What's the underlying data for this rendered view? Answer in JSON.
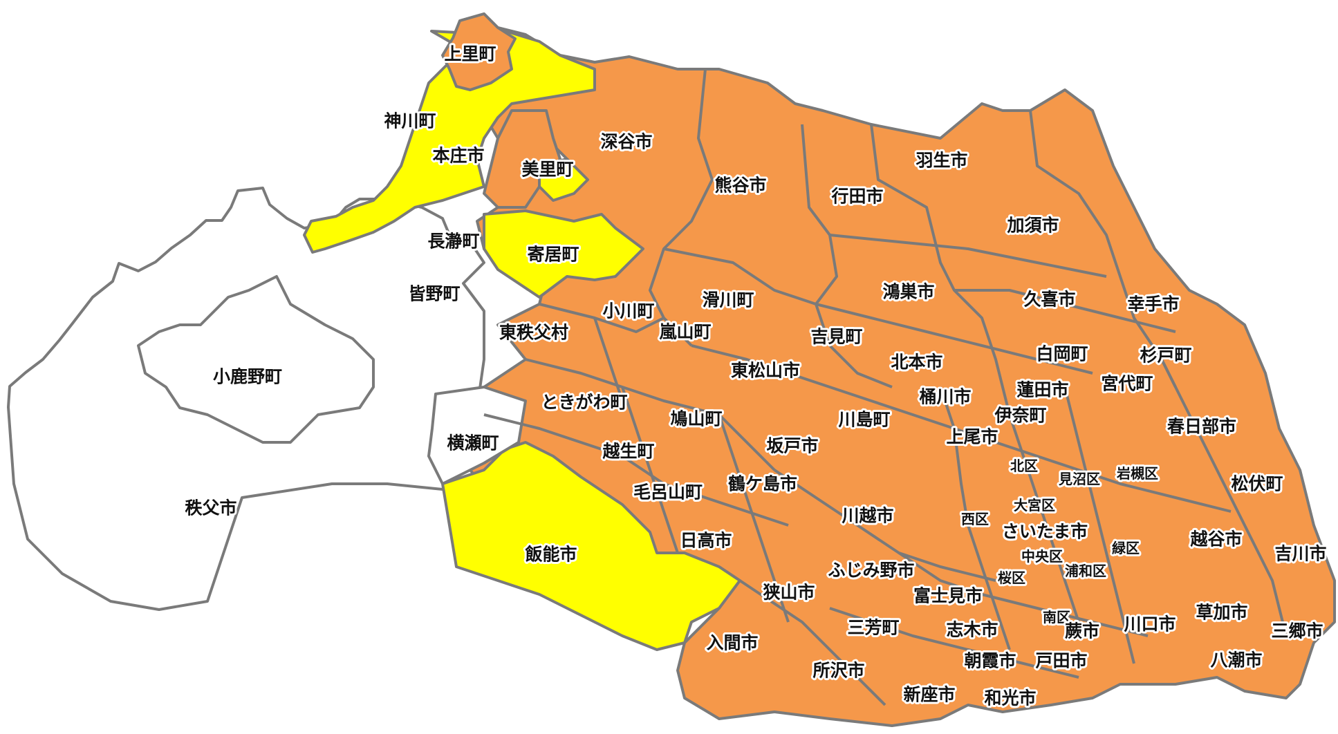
{
  "colors": {
    "none": "#ffffff",
    "yellow": "#ffff00",
    "orange": "#f5984a",
    "border": "#7a7a7a"
  },
  "labels": [
    {
      "key": "kamisato",
      "text": "上里町"
    },
    {
      "key": "kamikawa",
      "text": "神川町"
    },
    {
      "key": "honjo",
      "text": "本庄市"
    },
    {
      "key": "misato",
      "text": "美里町"
    },
    {
      "key": "fukaya",
      "text": "深谷市"
    },
    {
      "key": "kumagaya",
      "text": "熊谷市"
    },
    {
      "key": "gyoda",
      "text": "行田市"
    },
    {
      "key": "hanyu",
      "text": "羽生市"
    },
    {
      "key": "kazo",
      "text": "加須市"
    },
    {
      "key": "nagatoro",
      "text": "長瀞町"
    },
    {
      "key": "yorii",
      "text": "寄居町"
    },
    {
      "key": "minano",
      "text": "皆野町"
    },
    {
      "key": "ogawa",
      "text": "小川町"
    },
    {
      "key": "namegawa",
      "text": "滑川町"
    },
    {
      "key": "konosu",
      "text": "鴻巣市"
    },
    {
      "key": "kuki",
      "text": "久喜市"
    },
    {
      "key": "satte",
      "text": "幸手市"
    },
    {
      "key": "higashichichibu",
      "text": "東秩父村"
    },
    {
      "key": "ranzan",
      "text": "嵐山町"
    },
    {
      "key": "yoshimi",
      "text": "吉見町"
    },
    {
      "key": "shiraoka",
      "text": "白岡町"
    },
    {
      "key": "sugito",
      "text": "杉戸町"
    },
    {
      "key": "ogano",
      "text": "小鹿野町"
    },
    {
      "key": "higashimatsuyama",
      "text": "東松山市"
    },
    {
      "key": "kitamoto",
      "text": "北本市"
    },
    {
      "key": "miyashiro",
      "text": "宮代町"
    },
    {
      "key": "okegawa",
      "text": "桶川市"
    },
    {
      "key": "hasuda",
      "text": "蓮田市"
    },
    {
      "key": "tokigawa",
      "text": "ときがわ町"
    },
    {
      "key": "hatoyama",
      "text": "鳩山町"
    },
    {
      "key": "kawajima",
      "text": "川島町"
    },
    {
      "key": "ina",
      "text": "伊奈町"
    },
    {
      "key": "kasukabe",
      "text": "春日部市"
    },
    {
      "key": "ageo",
      "text": "上尾市"
    },
    {
      "key": "yokoze",
      "text": "横瀬町"
    },
    {
      "key": "ogose",
      "text": "越生町"
    },
    {
      "key": "sakado",
      "text": "坂戸市"
    },
    {
      "key": "kita_ku",
      "text": "北区"
    },
    {
      "key": "minuma_ku",
      "text": "見沼区"
    },
    {
      "key": "iwatsuki_ku",
      "text": "岩槻区"
    },
    {
      "key": "tsurugashima",
      "text": "鶴ケ島市"
    },
    {
      "key": "matsubushi",
      "text": "松伏町"
    },
    {
      "key": "moroyama",
      "text": "毛呂山町"
    },
    {
      "key": "omiya_ku",
      "text": "大宮区"
    },
    {
      "key": "chichibu",
      "text": "秩父市"
    },
    {
      "key": "kawagoe",
      "text": "川越市"
    },
    {
      "key": "nishi_ku",
      "text": "西区"
    },
    {
      "key": "saitama",
      "text": "さいたま市"
    },
    {
      "key": "koshigaya",
      "text": "越谷市"
    },
    {
      "key": "hidaka",
      "text": "日高市"
    },
    {
      "key": "midori_ku",
      "text": "緑区"
    },
    {
      "key": "chuo_ku",
      "text": "中央区"
    },
    {
      "key": "hanno",
      "text": "飯能市"
    },
    {
      "key": "yoshikawa",
      "text": "吉川市"
    },
    {
      "key": "fujimino",
      "text": "ふじみ野市"
    },
    {
      "key": "sakura_ku",
      "text": "桜区"
    },
    {
      "key": "urawa_ku",
      "text": "浦和区"
    },
    {
      "key": "sayama",
      "text": "狭山市"
    },
    {
      "key": "fujimi",
      "text": "富士見市"
    },
    {
      "key": "soka",
      "text": "草加市"
    },
    {
      "key": "minami_ku",
      "text": "南区"
    },
    {
      "key": "miyoshi",
      "text": "三芳町"
    },
    {
      "key": "shiki",
      "text": "志木市"
    },
    {
      "key": "warabi",
      "text": "蕨市"
    },
    {
      "key": "kawaguchi",
      "text": "川口市"
    },
    {
      "key": "misato_city",
      "text": "三郷市"
    },
    {
      "key": "iruma",
      "text": "入間市"
    },
    {
      "key": "asaka",
      "text": "朝霞市"
    },
    {
      "key": "toda",
      "text": "戸田市"
    },
    {
      "key": "tokorozawa",
      "text": "所沢市"
    },
    {
      "key": "yashio",
      "text": "八潮市"
    },
    {
      "key": "niiza",
      "text": "新座市"
    },
    {
      "key": "wako",
      "text": "和光市"
    }
  ]
}
